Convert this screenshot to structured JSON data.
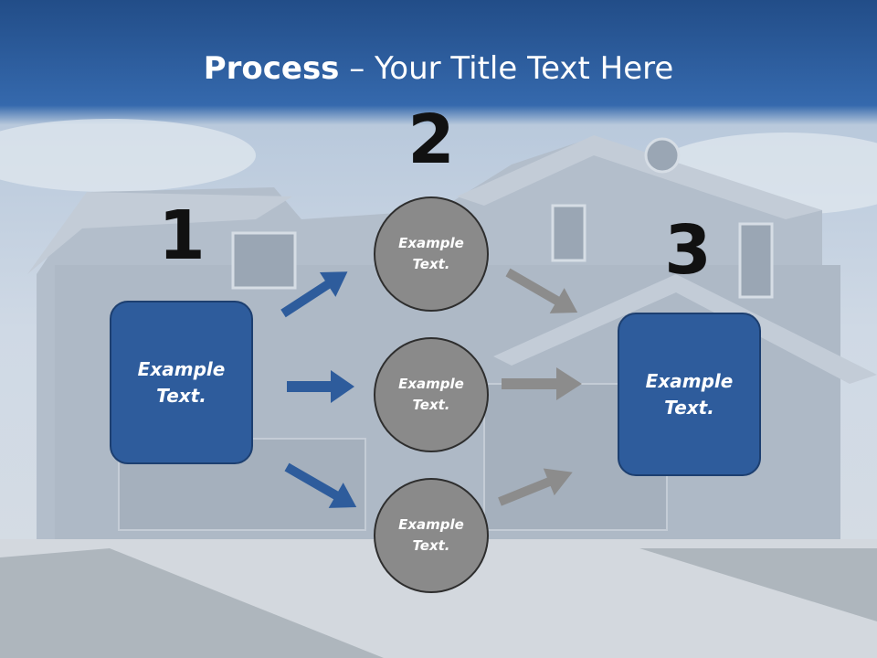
{
  "slide": {
    "title_bold": "Process",
    "title_rest": " – Your Title Text Here"
  },
  "steps": {
    "one": "1",
    "two": "2",
    "three": "3"
  },
  "nodes": {
    "left_box": "Example\nText.",
    "circle_top": "Example\nText.",
    "circle_middle": "Example\nText.",
    "circle_bottom": "Example\nText.",
    "right_box": "Example\nText."
  },
  "colors": {
    "header_blue": "#2a5b9c",
    "box_blue": "#2e5c9c",
    "circle_gray": "#8a8a8a",
    "arrow_blue": "#2e5c9c",
    "arrow_gray": "#8c8c8c"
  }
}
